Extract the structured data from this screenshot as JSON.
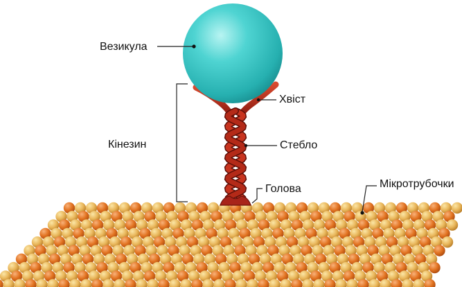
{
  "labels": {
    "vesicle": "Везикула",
    "tail": "Хвіст",
    "kinesin": "Кінезин",
    "stalk": "Стебло",
    "head": "Голова",
    "microtubules": "Мікротрубочки"
  },
  "colors": {
    "vesicle_fill": "#3cc9c9",
    "kinesin_red": "#b8281a",
    "kinesin_dark": "#7a150d",
    "bead_light": "#e7b24e",
    "bead_orange": "#e0731c",
    "leader_line": "#222222",
    "background": "#ffffff"
  }
}
